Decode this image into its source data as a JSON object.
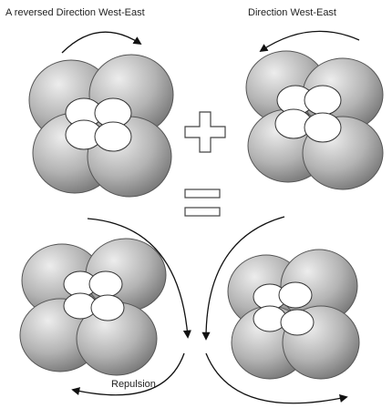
{
  "labels": {
    "left_title": "A reversed Direction West-East",
    "right_title": "Direction West-East",
    "bottom": "Repulsion"
  },
  "operators": {
    "plus": "+",
    "equals": "="
  },
  "colors": {
    "lobe_light": "#e9e9e9",
    "lobe_dark": "#7a7a7a",
    "outline": "#555555",
    "arrow": "#111111"
  },
  "icons": [
    "rotation-arrow-icon",
    "plus-icon",
    "equals-icon"
  ]
}
